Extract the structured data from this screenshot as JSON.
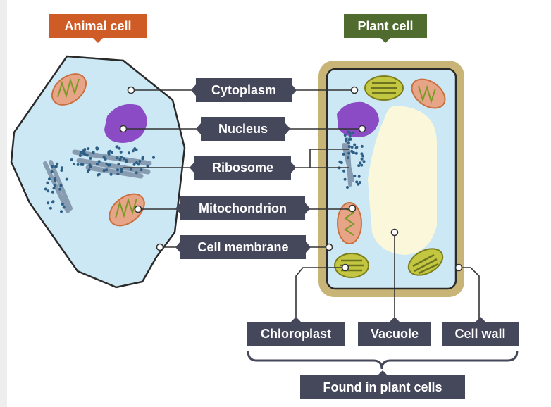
{
  "titles": {
    "animal_cell": "Animal cell",
    "plant_cell": "Plant cell"
  },
  "labels": {
    "cytoplasm": "Cytoplasm",
    "nucleus": "Nucleus",
    "ribosome": "Ribosome",
    "mitochondrion": "Mitochondrion",
    "cell_membrane": "Cell membrane",
    "chloroplast": "Chloroplast",
    "vacuole": "Vacuole",
    "cell_wall": "Cell wall"
  },
  "group_label": "Found in plant cells",
  "colors": {
    "animal_title": "#cf5b26",
    "plant_title": "#4f6b2d",
    "label_bg": "#45475a",
    "cytoplasm": "#cde8f5",
    "nucleus": "#8a4bc4",
    "ribosome": "#2d5f86",
    "mitochondrion": "#e7a487",
    "chloroplast": "#c2c640",
    "vacuole": "#fbf7db",
    "cell_wall": "#c9b478"
  }
}
